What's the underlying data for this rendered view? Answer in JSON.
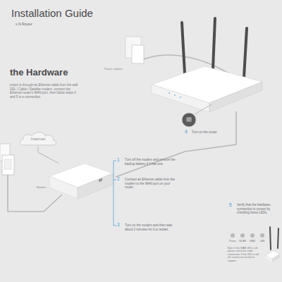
{
  "diagram": {
    "title": "Installation Guide",
    "nodes": [
      {
        "text": [
          "Internet"
        ]
      },
      {
        "text": [
          "Modem"
        ]
      }
    ],
    "edges": [
      {
        "from": 0,
        "to": 1,
        "arrow": "none"
      }
    ],
    "labels": [
      "s N Router",
      "the Hardware",
      "ection is through an Ethernet cable from the wall DSL / Cable / Satellite modem, connect the Ethernet router's WAN port, then follow steps 4 and 5 to e connection.",
      "Power adapter",
      "1",
      "Turn off the modem and remove the backup battery if it has one.",
      "2",
      "Connect an Ethernet cable from the modem to the WAN port on your router.",
      "3",
      "Turn on the modem and then wait about 2 minutes for it to restart.",
      "4",
      "Turn on the router.",
      "5",
      "Verify that the hardware connection is correct by checking these LEDs.",
      "Power",
      "WLAN",
      "WAN",
      "LAN",
      "Note: If the WAN LED is off, please check the cable connection. If the LED is still off, contact our technical support."
    ]
  }
}
